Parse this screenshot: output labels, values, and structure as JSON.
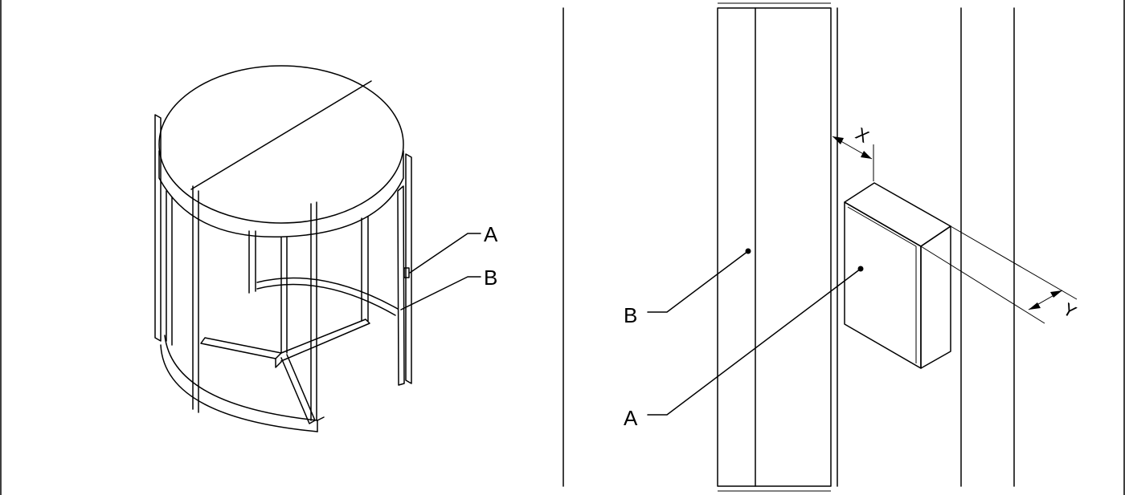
{
  "figure": {
    "left_view": {
      "labels": {
        "a": "A",
        "b": "B"
      }
    },
    "right_view": {
      "labels": {
        "a": "A",
        "b": "B"
      },
      "dimensions": {
        "x": "X",
        "y": "Y"
      }
    }
  },
  "colors": {
    "highlight_fill": "#93c4ea",
    "line": "#000000",
    "background": "#ffffff"
  }
}
